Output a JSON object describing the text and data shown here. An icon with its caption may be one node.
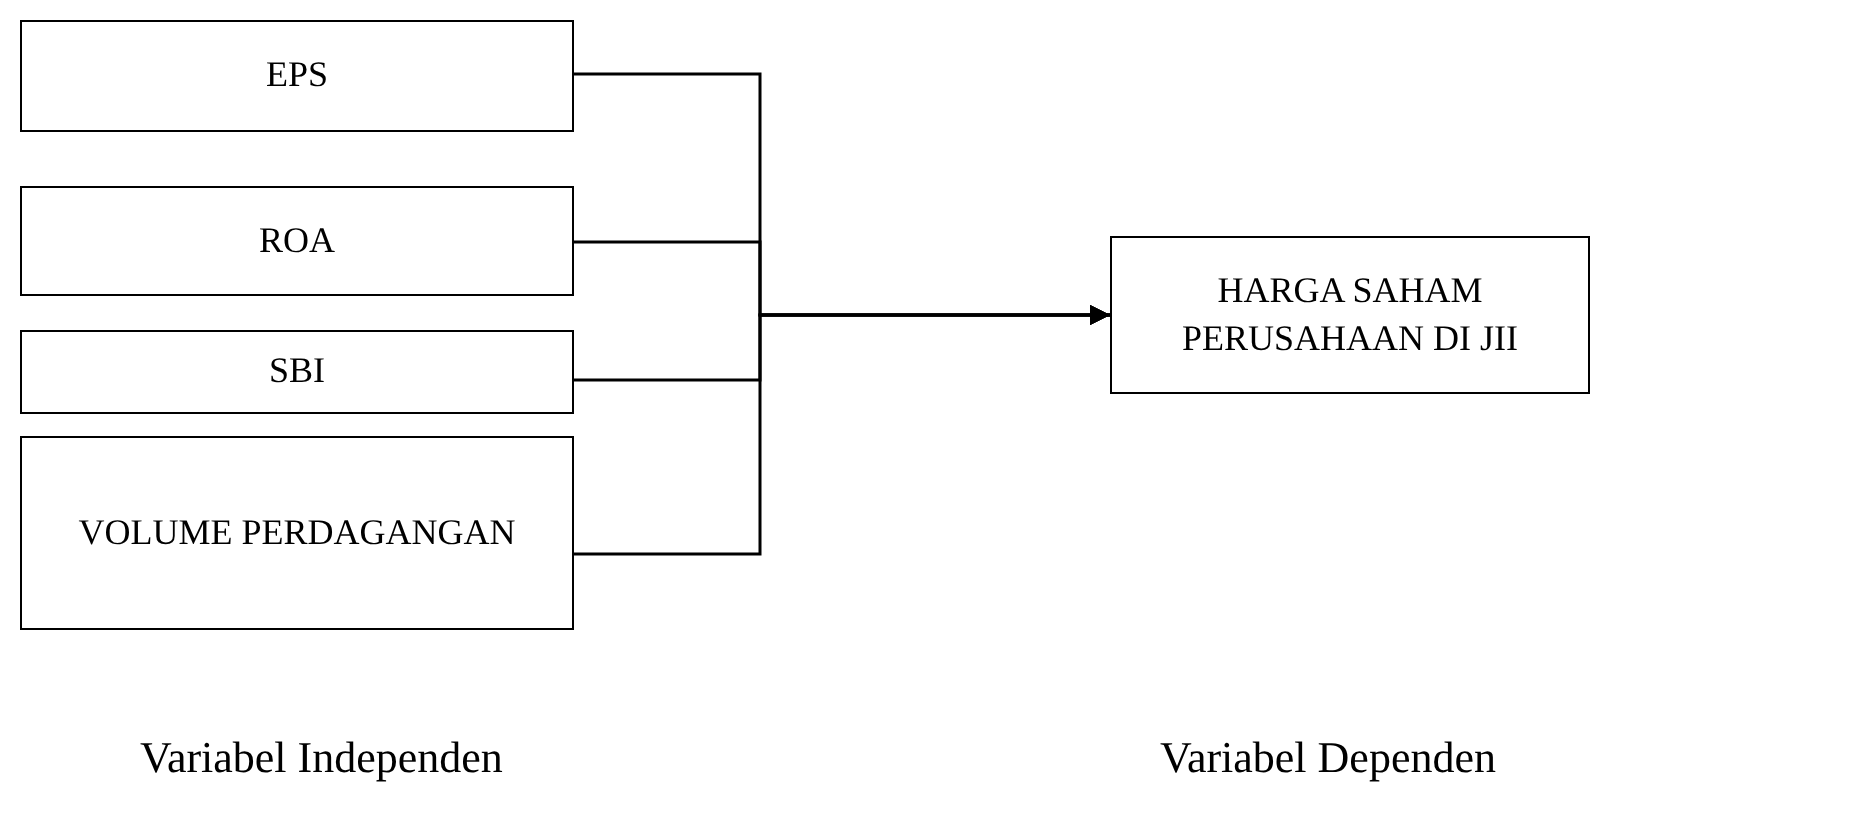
{
  "diagram": {
    "nodes": [
      {
        "text": [
          "EPS"
        ]
      },
      {
        "text": [
          "ROA"
        ]
      },
      {
        "text": [
          "SBI"
        ]
      },
      {
        "text": [
          "VOLUME PERDAGANGAN"
        ]
      },
      {
        "text": [
          "HARGA SAHAM PERUSAHAAN DI JII"
        ]
      }
    ],
    "edges": [
      {
        "from": 0,
        "to": 4,
        "arrow": "to"
      },
      {
        "from": 1,
        "to": 4,
        "arrow": "to"
      },
      {
        "from": 2,
        "to": 4,
        "arrow": "to"
      },
      {
        "from": 3,
        "to": 4,
        "arrow": "to"
      }
    ],
    "labels": [
      "Variabel Independen",
      "Variabel Dependen"
    ]
  }
}
